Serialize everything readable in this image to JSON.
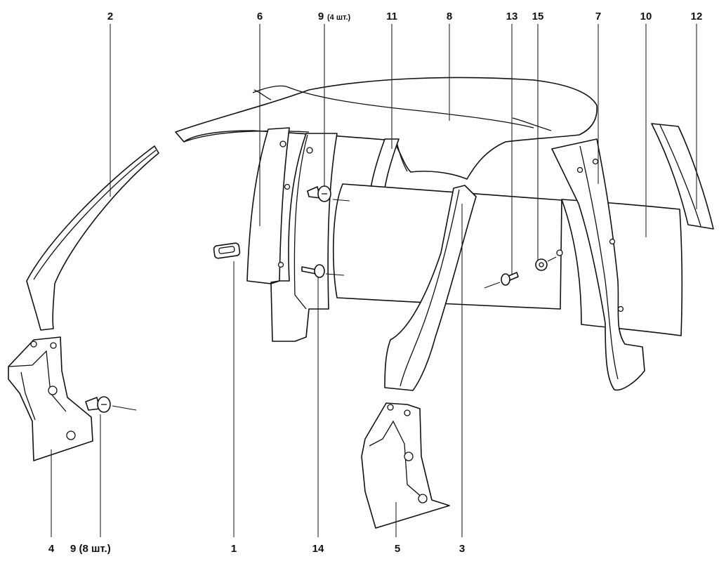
{
  "callouts": {
    "c1": "1",
    "c2": "2",
    "c3": "3",
    "c4": "4",
    "c5": "5",
    "c6": "6",
    "c7": "7",
    "c8": "8",
    "c9_top_num": "9",
    "c9_top_qty": "(4 шт.)",
    "c9_bottom": "9 (8 шт.)",
    "c10": "10",
    "c11": "11",
    "c12": "12",
    "c13": "13",
    "c14": "14",
    "c15": "15"
  }
}
